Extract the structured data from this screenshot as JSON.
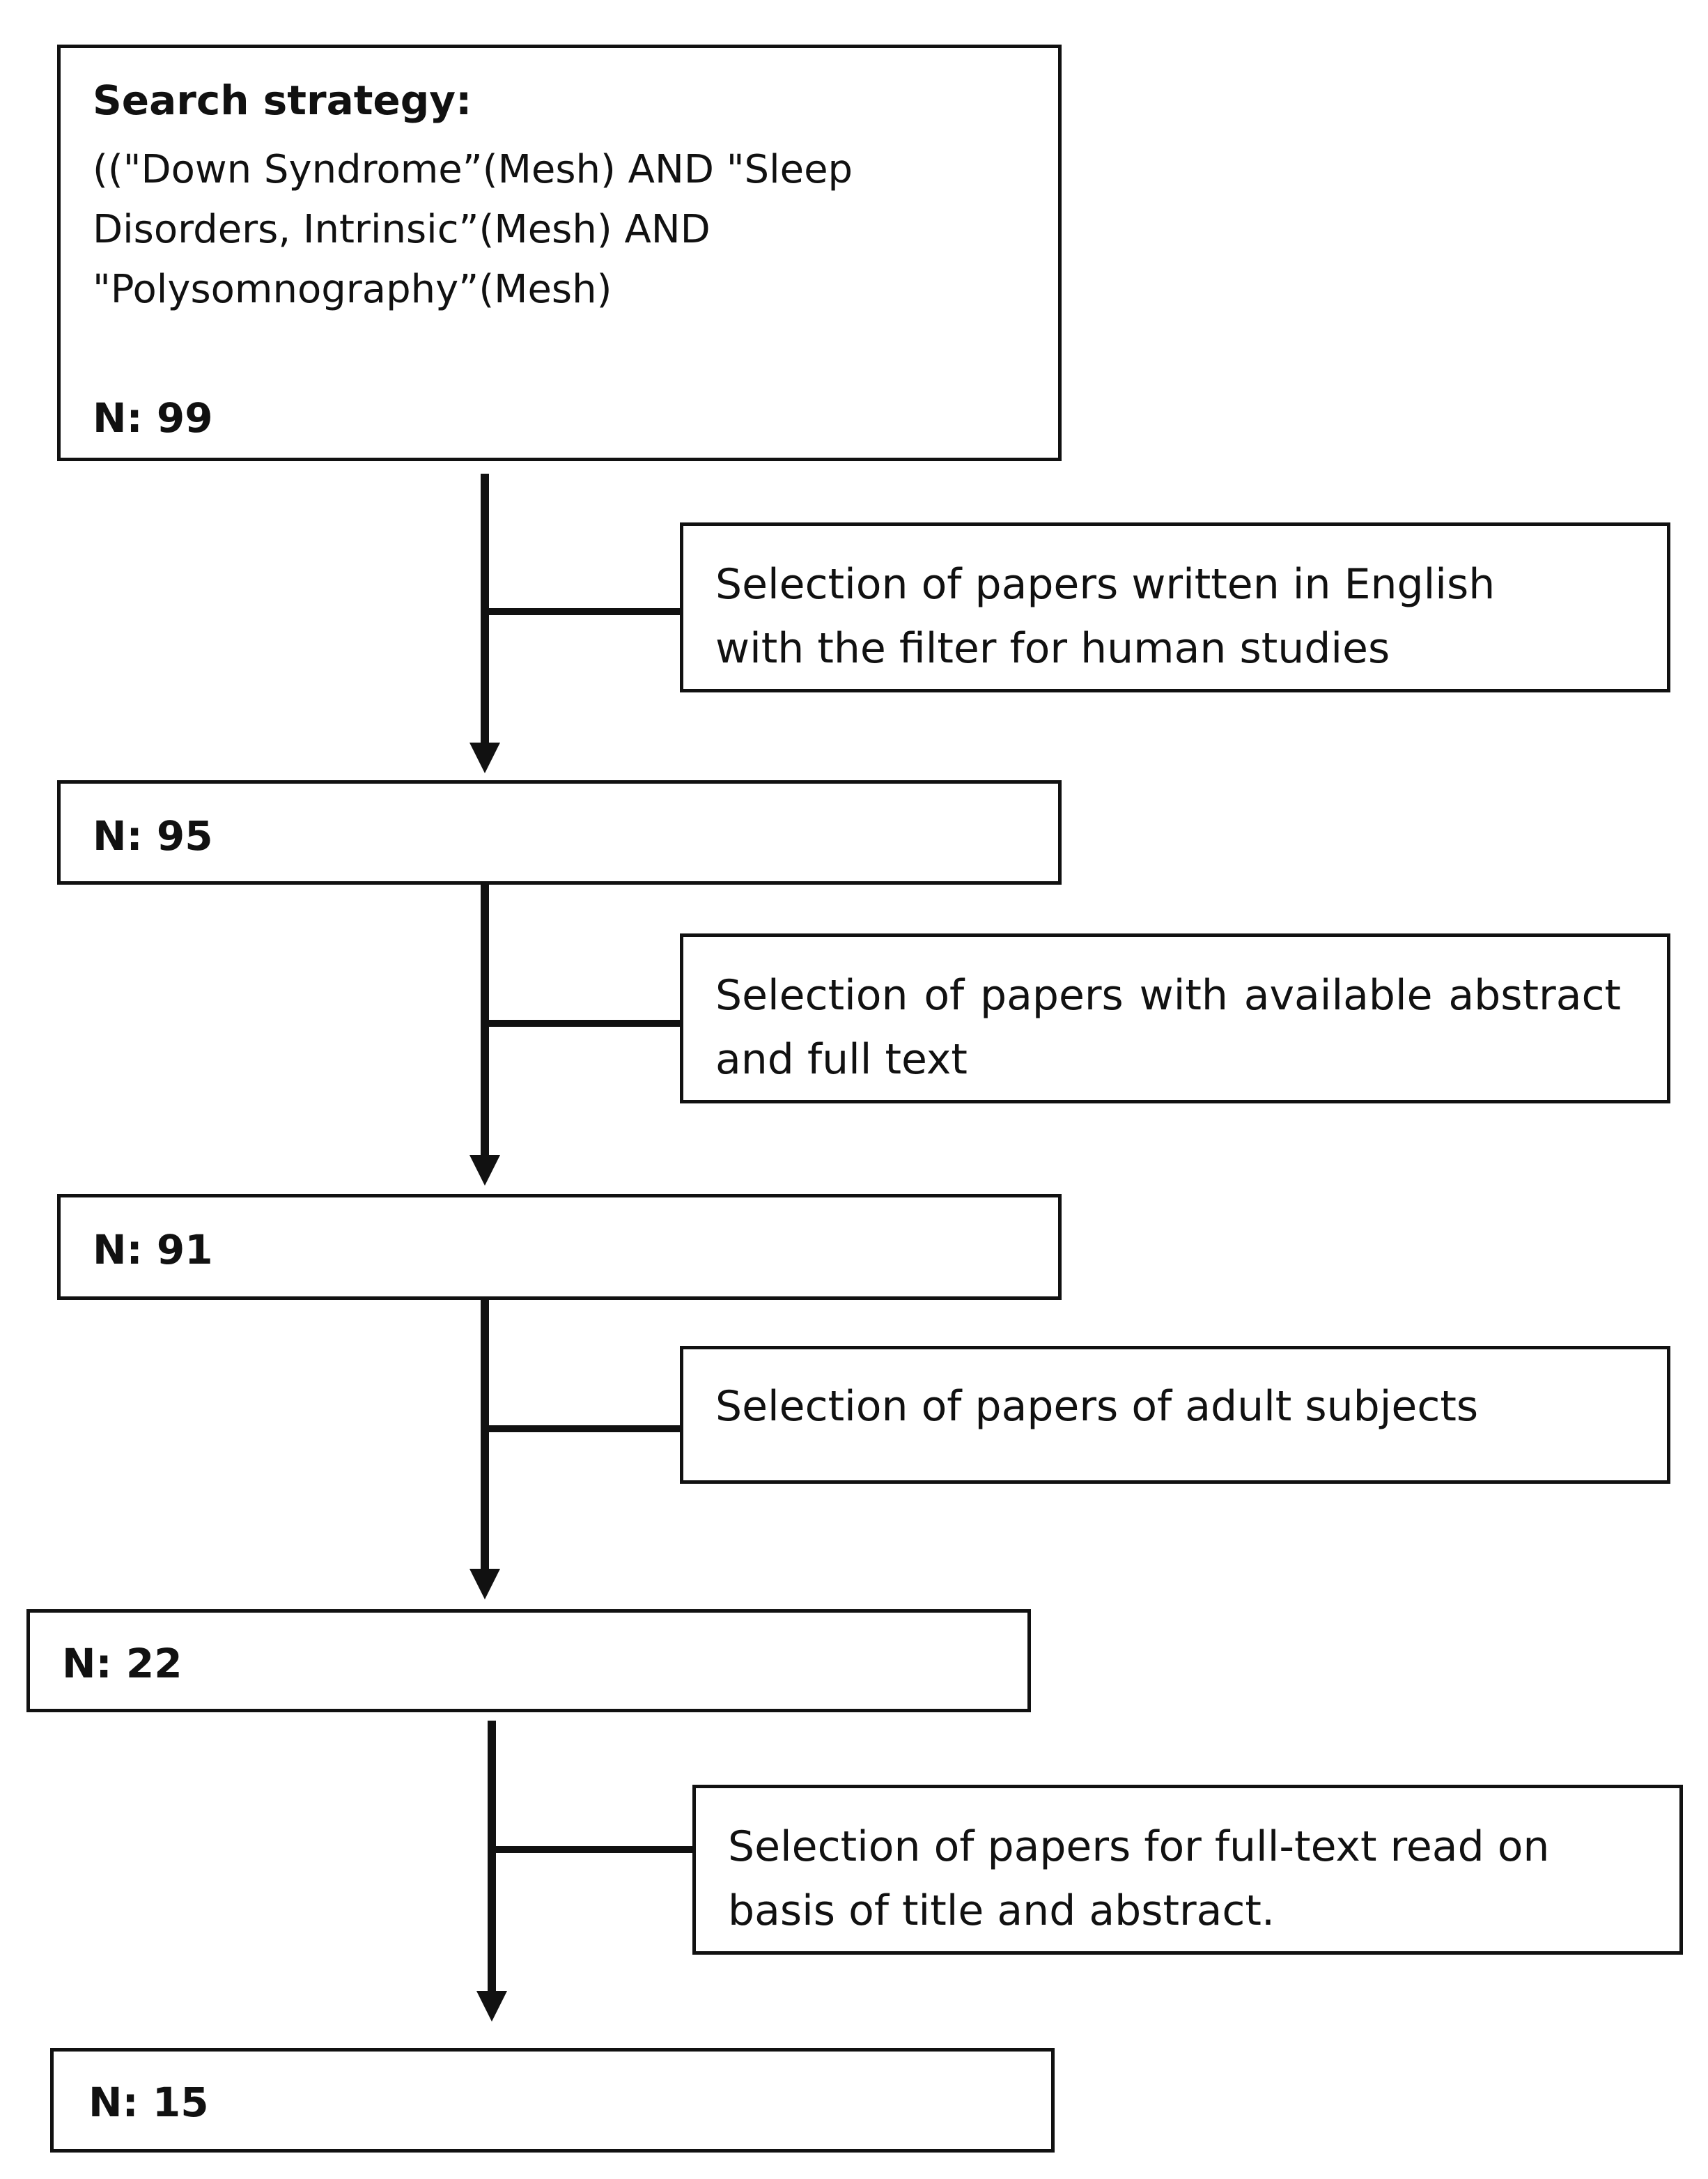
{
  "search": {
    "title": "Search strategy:",
    "query": "((\"Down Syndrome”(Mesh) AND \"Sleep\nDisorders, Intrinsic”(Mesh) AND\n\"Polysomnography”(Mesh)",
    "count": "N: 99"
  },
  "steps": [
    {
      "label": "Selection of papers written in English\nwith the filter for human studies",
      "result": "N: 95"
    },
    {
      "label": "Selection of papers with available abstract and full text",
      "result": "N: 91"
    },
    {
      "label": "Selection of papers of adult subjects",
      "result": "N: 22"
    },
    {
      "label": "Selection of papers for full-text read on\nbasis of title and abstract.",
      "result": "N: 15"
    }
  ]
}
